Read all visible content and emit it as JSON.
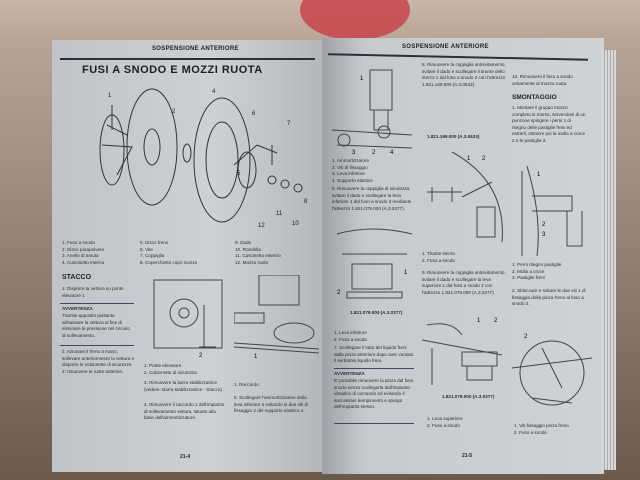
{
  "left_page": {
    "header": "SOSPENSIONE ANTERIORE",
    "title": "FUSI A SNODO E MOZZI RUOTA",
    "legend": [
      "1. Fuso a snodo",
      "2. Disco parapolvere",
      "3. Anello di tenuta",
      "4. Cuscinetto interno",
      "5. Disco freno",
      "6. Vite",
      "7. Coppiglia",
      "8. Coperchietto copri mozzo",
      "9. Dado",
      "10. Rondella",
      "11. Cuscinetto esterno",
      "12. Mozzo ruota"
    ],
    "stacco_heading": "STACCO",
    "step1": "1. Disporre la vettura su ponte elevatore 1",
    "warning_heading": "AVVERTENZA",
    "warning_text": "Tramite apposito pulsante abbassare la vettura al fine di eliminare la pressione nel circuito di sollevamento.",
    "step2": "2. Azionare il freno a mano, sollevare anteriormente la vettura e disporre le colonnette di sicurezza 2; rimuovere le ruote anteriori.",
    "fig2_legend": [
      "1. Ponte elevatore",
      "2. Colonnette di sicurezza"
    ],
    "step3": "3. Rimuovere la barra stabilizzatrice (vedere: Barra stabilizzatrice - Stacco)",
    "step4": "4. Rimuovere il raccordo 1 dell'impianto di sollevamento vettura, situato alla base dell'ammortizzatore.",
    "fig3_legend": [
      "1. Raccordo"
    ],
    "step5": "5. Scollegare l'ammortizzatore dalla leva inferiore 3 svitando le due viti di fissaggio 2 del supporto elastico 4.",
    "page_number": "21-4"
  },
  "right_page": {
    "header": "SOSPENSIONE ANTERIORE",
    "fig_legend": [
      "1. Ammortizzatore",
      "2. Viti di fissaggio",
      "3. Leva inferiore",
      "4. Supporto elastico"
    ],
    "step6": "6. Rimuovere la coppiglia di sicurezza, svitare il dado e scollegare la leva inferiore 1 dal fuso a snodo 2 mediante l'attrezzo 1.821.079.000 (A.3.0377).",
    "tool_a": "1.821.079.000 (A.3.0377)",
    "fig_b_legend": [
      "1. Leva inferiore",
      "2. Fuso a snodo"
    ],
    "step7": "7. Scollegare il tubo del liquido freni dalla pinza anteriore dopo aver vuotato il serbatoio liquido freni.",
    "warning_heading": "AVVERTENZA",
    "warning_text": "E' possibile rimuovere la pinza dal fuso snodo senza scollegarla dall'impianto idraulico di comando ed evitando il successivo riempimento e spurgo dell'impianto stesso.",
    "step8": "8. Rimuovere la coppiglia antisvitamento, svitare il dado e scollegare il tirante dello sterzo 1 dal fuso a snodo 2 con l'attrezzo 1.821.169.000 (A.3.0633).",
    "tool_b": "1.821.169.000 (A.3.0633)",
    "fig_c_legend": [
      "1. Tirante sterzo",
      "2. Fuso a snodo"
    ],
    "step9": "9. Rimuovere la coppiglia antisvitamento, svitare il dado e scollegare la leva superiore 1 dal fuso a snodo 2 con l'attrezzo 1.821.079.000 (A.3.0377).",
    "tool_c": "1.821.079.000 (A.3.0377)",
    "fig_d_legend": [
      "1. Leva superiore",
      "2. Fuso a snodo"
    ],
    "step10": "10. Rimuovere il fuso a snodo unitamente al mozzo ruota.",
    "smontaggio_heading": "SMONTAGGIO",
    "s_step1": "1. Montare il gruppo mozzo completo in morsa, servendosi di un punzone spingere i perni 1 di ritegno delle pastiglie freni ed estrarli, estrarre poi la molla a croce 2 e le pastiglie 3.",
    "fig_e_legend": [
      "1. Perni ritegno pastiglie",
      "2. Molla a croce",
      "3. Pastiglie freni"
    ],
    "s_step2": "2. Sbloccare e svitare le due viti 1 di fissaggio della pinza freno al fuso a snodo 2.",
    "fig_f_legend": [
      "1. Viti fissaggio pinza freno",
      "2. Fuso a snodo"
    ],
    "page_number": "21-5"
  }
}
